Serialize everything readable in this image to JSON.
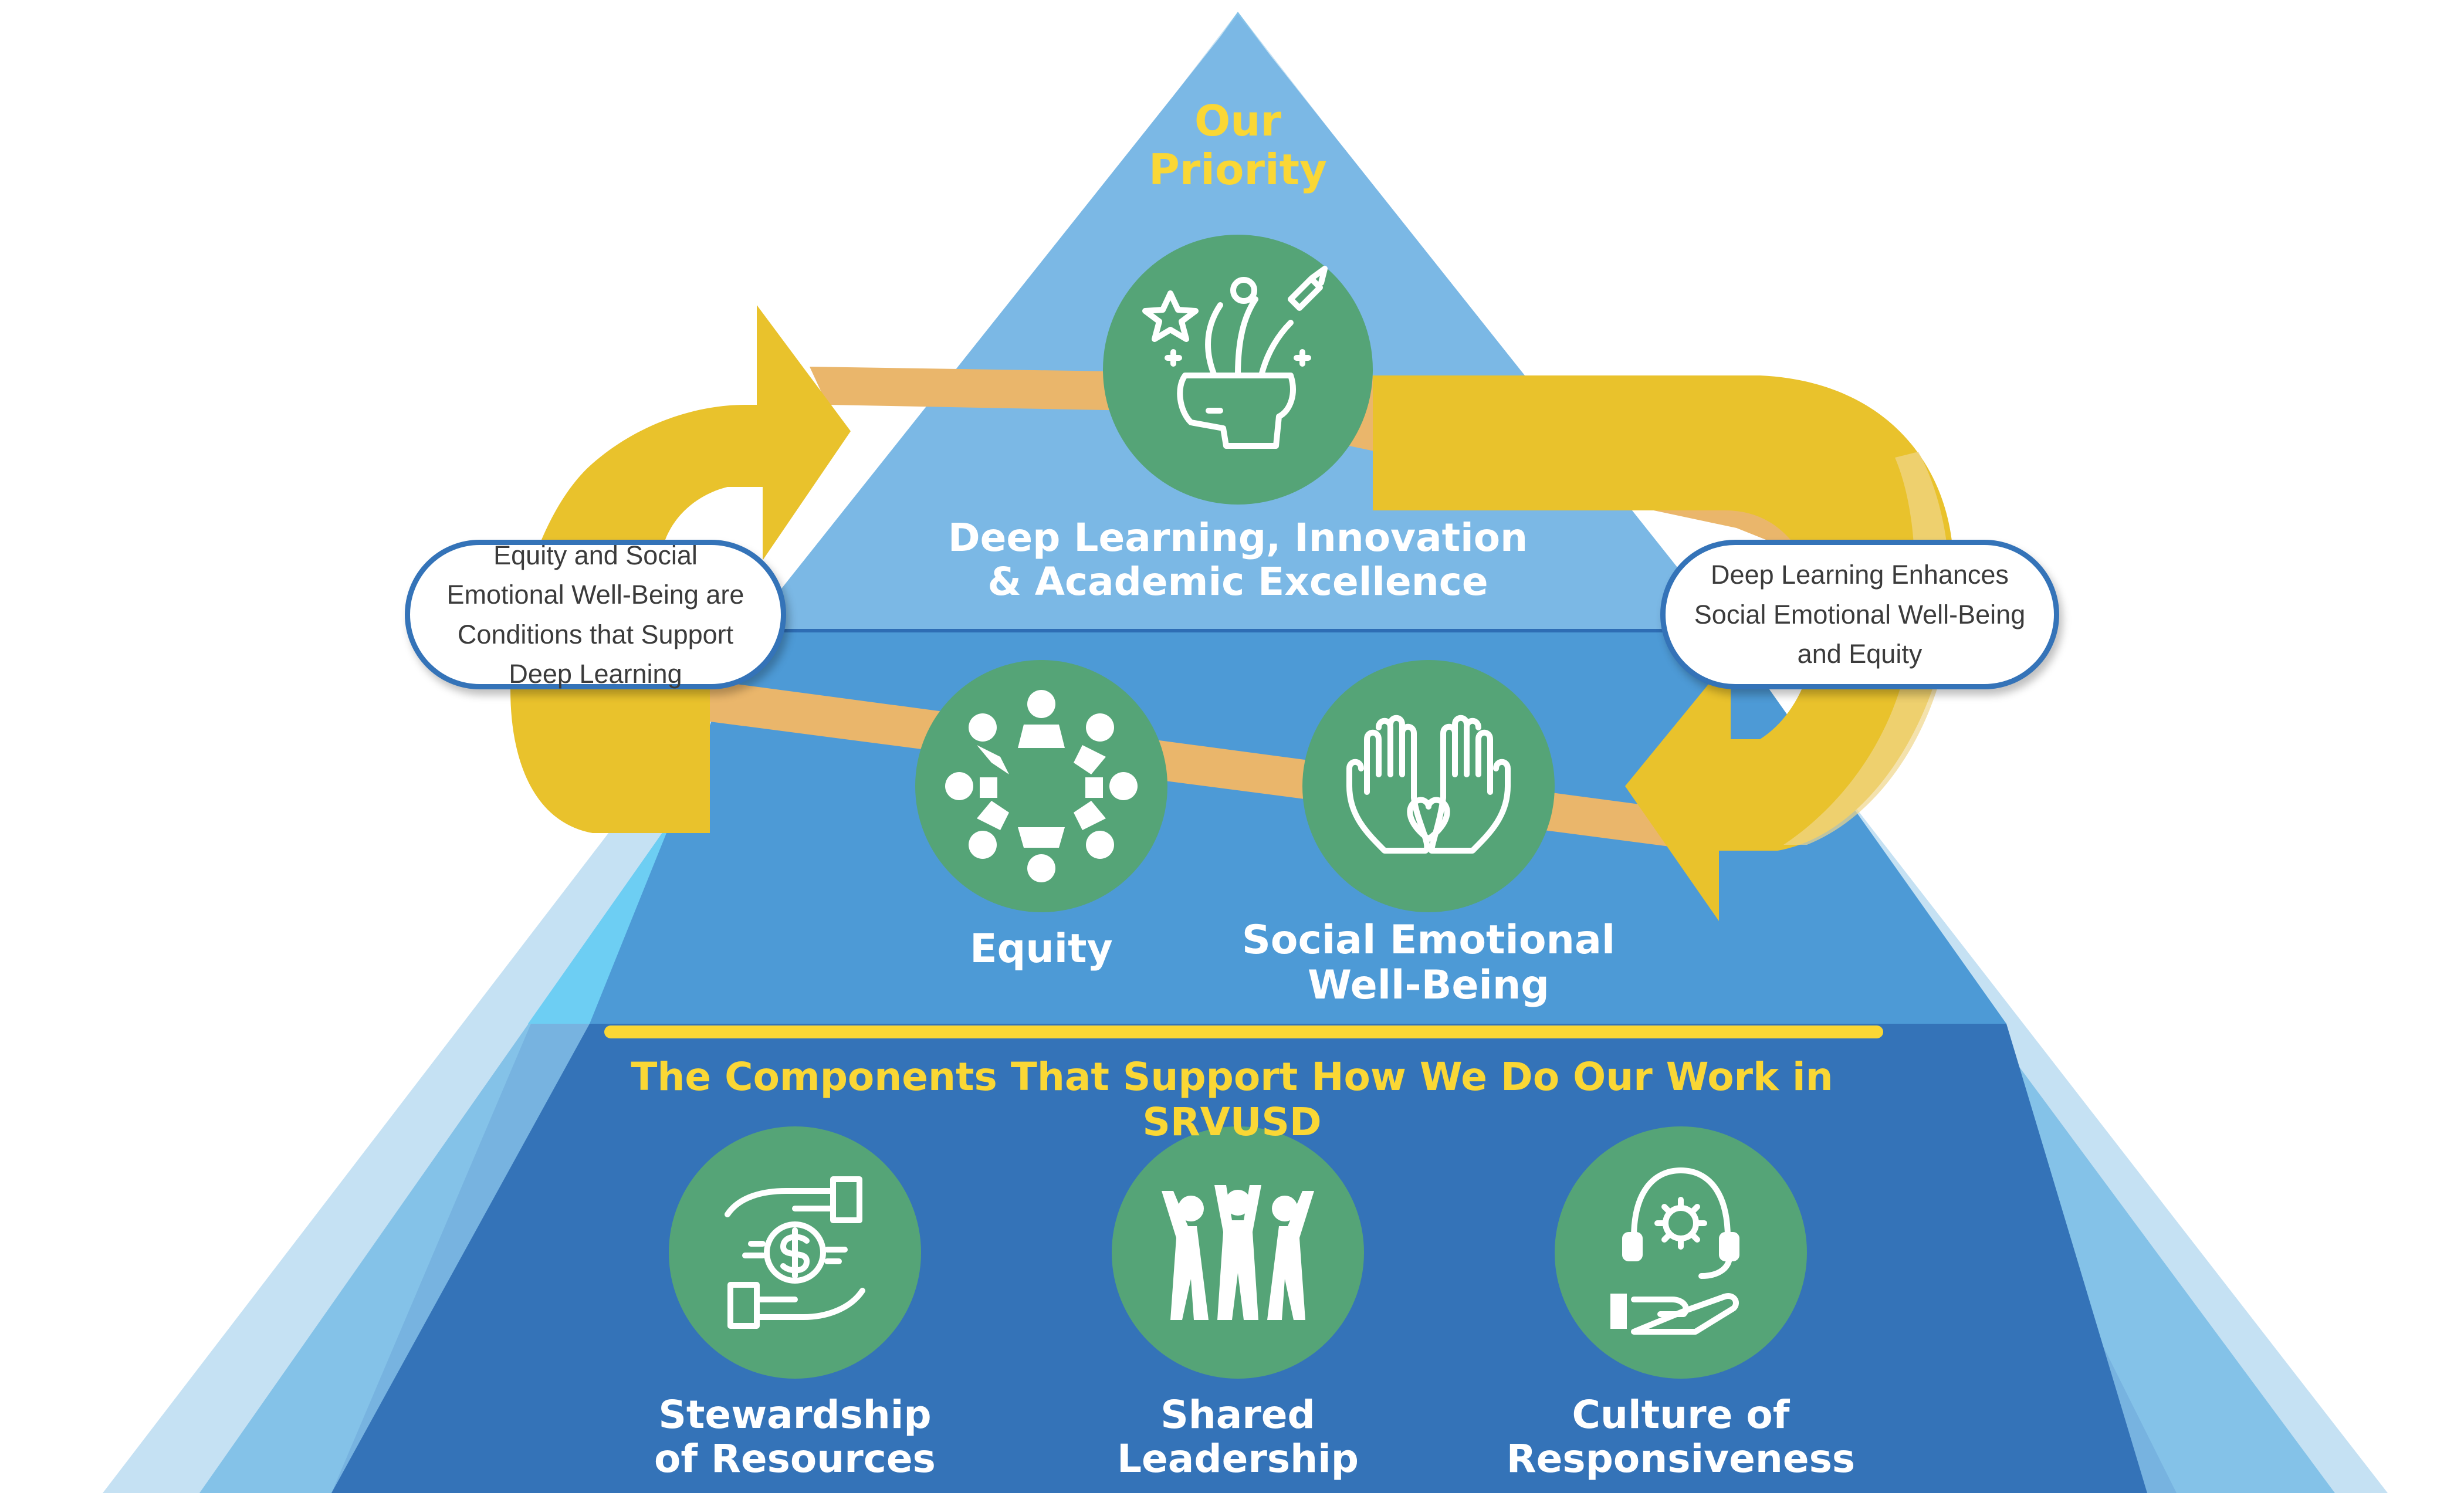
{
  "priority_heading": "Our Priority",
  "top_section": {
    "label": "Deep Learning, Innovation & Academic Excellence",
    "icon": "brain-ideas-icon"
  },
  "middle_section": {
    "equity_label": "Equity",
    "equity_icon": "people-circle-icon",
    "sew_label": "Social Emotional Well-Being",
    "sew_icon": "hands-heart-icon"
  },
  "callouts": {
    "left": "Equity and Social Emotional Well-Being are Conditions that Support Deep Learning",
    "right": "Deep Learning Enhances Social Emotional Well-Being and Equity"
  },
  "components_heading": "The Components That Support How We Do Our Work in SRVUSD",
  "components": [
    {
      "label": "Stewardship of Resources",
      "icon": "money-hands-icon"
    },
    {
      "label": "Shared Leadership",
      "icon": "team-celebrate-icon"
    },
    {
      "label": "Culture of Responsiveness",
      "icon": "headset-gear-hand-icon"
    }
  ],
  "colors": {
    "pyramid_outer": "#C5E1F3",
    "pyramid_light": "#80C5EC",
    "pyramid_cyan": "#6DCEF3",
    "top_tier": "#7BB8E5",
    "middle_tier": "#4D9AD6",
    "bottom_tier": "#3473B8",
    "arrow_yellow": "#E9C22C",
    "band_orange": "#EAB66B",
    "icon_circle": "#55A477",
    "heading_yellow": "#FAD735"
  }
}
